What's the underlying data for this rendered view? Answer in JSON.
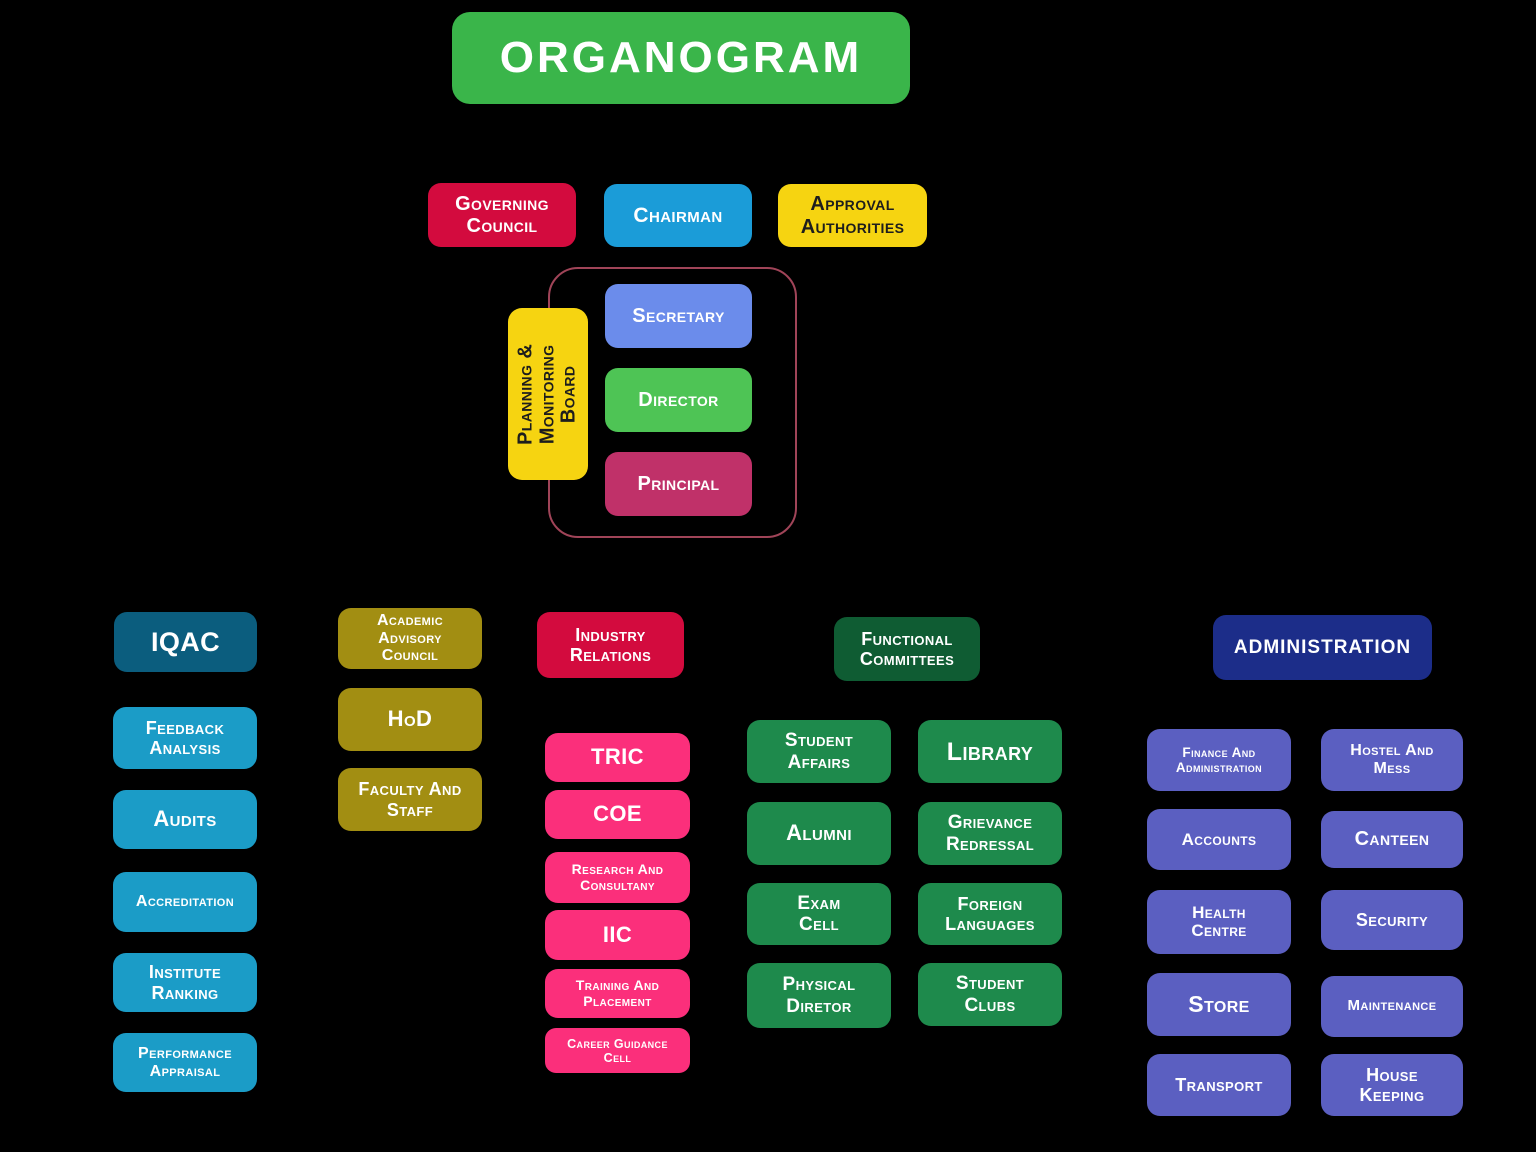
{
  "palette": {
    "background": "#000000",
    "title_green": "#3ab54a",
    "crimson": "#d30b3e",
    "sky_blue": "#1b9cd8",
    "yellow": "#f6d411",
    "periwinkle": "#6b8ceb",
    "bright_green": "#4ec455",
    "rose": "#c03169",
    "frame_border": "#a04458",
    "teal_dark": "#0b5d7e",
    "teal_light": "#1b9cc7",
    "olive": "#a28e12",
    "hot_pink": "#fb2f7b",
    "green_dark": "#0f5c33",
    "green_mid": "#1e8a4c",
    "navy": "#1c2d89",
    "indigo": "#5b5fc1",
    "dark_text": "#1d1d1d",
    "white_text": "#ffffff"
  },
  "title": {
    "label": "ORGANOGRAM"
  },
  "top_row": {
    "governing_council": {
      "label": "Governing\nCouncil"
    },
    "chairman": {
      "label": "Chairman"
    },
    "approval_authorities": {
      "label": "Approval\nAuthorities"
    }
  },
  "planning_board": {
    "side_label": "Planning &\nMonitoring\nBoard",
    "members": [
      {
        "label": "Secretary"
      },
      {
        "label": "Director"
      },
      {
        "label": "Principal"
      }
    ]
  },
  "columns": {
    "iqac": {
      "header": "IQAC",
      "items": [
        "Feedback\nAnalysis",
        "Audits",
        "Accreditation",
        "Institute\nRanking",
        "Performance\nAppraisal"
      ]
    },
    "academic": {
      "header": "Academic\nAdvisory\nCouncil",
      "items": [
        "HoD",
        "Faculty And\nStaff"
      ]
    },
    "industry": {
      "header": "Industry\nRelations",
      "items": [
        "TRIC",
        "COE",
        "Research And\nConsultany",
        "IIC",
        "Training And\nPlacement",
        "Career Guidance\nCell"
      ]
    },
    "functional": {
      "header": "Functional\nCommittees",
      "left": [
        "Student\nAffairs",
        "Alumni",
        "Exam\nCell",
        "Physical\nDiretor"
      ],
      "right": [
        "Library",
        "Grievance\nRedressal",
        "Foreign\nLanguages",
        "Student\nClubs"
      ]
    },
    "administration": {
      "header": "ADMINISTRATION",
      "left": [
        "Finance And\nAdministration",
        "Accounts",
        "Health\nCentre",
        "Store",
        "Transport"
      ],
      "right": [
        "Hostel And\nMess",
        "Canteen",
        "Security",
        "Maintenance",
        "House\nKeeping"
      ]
    }
  }
}
